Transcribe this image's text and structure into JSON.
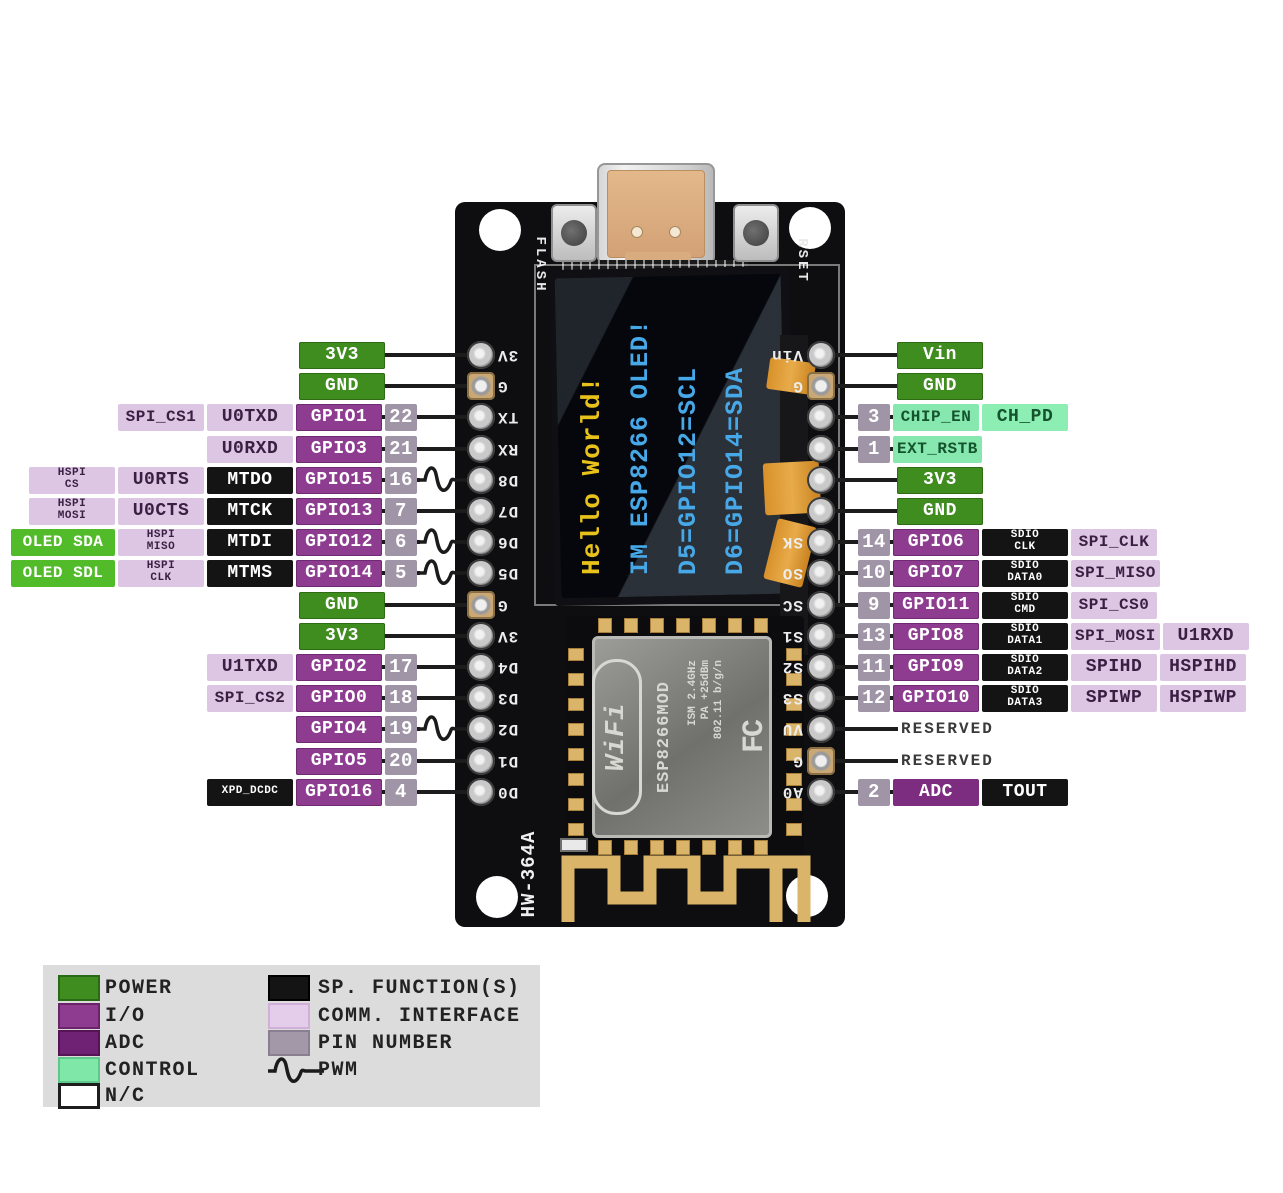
{
  "colors": {
    "power": "#3f8c1f",
    "io": "#8d3c90",
    "adc": "#7c2d80",
    "control": "#86e8ae",
    "control_bright": "#8ceeb2",
    "oled_green": "#52bb2a",
    "comm": "#dcc6e4",
    "pin_number": "#a095a6",
    "sp_function": "#141414",
    "wire": "#1c1c1c",
    "board": "#0e0e10",
    "gold": "#d9b469",
    "oled_yellow": "#e8c21a",
    "oled_blue": "#47a8e8",
    "legend_bg": "#dcdcdc"
  },
  "board": {
    "flash_label": "FLASH",
    "reset_label": "RSET",
    "model": "HW-364A",
    "left_pins": [
      "3V",
      "G",
      "TX",
      "RX",
      "D8",
      "D7",
      "D6",
      "D5",
      "G",
      "3V",
      "D4",
      "D3",
      "D2",
      "D1",
      "D0"
    ],
    "right_pins": [
      "Vin",
      "G",
      "",
      "",
      "",
      "",
      "SK",
      "SO",
      "SC",
      "S1",
      "S2",
      "S3",
      "VU",
      "G",
      "A0"
    ],
    "oled_lines": [
      {
        "text": "Hello World!",
        "color": "#e8c21a"
      },
      {
        "text": "IM ESP8266 OLED!",
        "color": "#47a8e8"
      },
      {
        "text": "D5=GPIO12=SCL",
        "color": "#47a8e8"
      },
      {
        "text": "D6=GPIO14=SDA",
        "color": "#47a8e8"
      }
    ],
    "module": {
      "logo": "WiFi",
      "name": "ESP8266MOD",
      "specs": [
        "ISM 2.4GHz",
        "PA +25dBm",
        "802.11 b/g/n"
      ],
      "fcc": "FC"
    }
  },
  "left_rows": [
    {
      "cells": [
        {
          "t": "3V3",
          "c": "power"
        }
      ],
      "pin": null,
      "pwm": false
    },
    {
      "cells": [
        {
          "t": "GND",
          "c": "power"
        }
      ],
      "pin": null,
      "pwm": false
    },
    {
      "cells": [
        {
          "t": "SPI_CS1",
          "c": "comm"
        },
        {
          "t": "U0TXD",
          "c": "comm"
        },
        {
          "t": "GPIO1",
          "c": "io"
        }
      ],
      "pin": "22",
      "pwm": false
    },
    {
      "cells": [
        {
          "t": "U0RXD",
          "c": "comm"
        },
        {
          "t": "GPIO3",
          "c": "io"
        }
      ],
      "pin": "21",
      "pwm": false
    },
    {
      "cells": [
        {
          "t": "HSPI\nCS",
          "c": "comm",
          "small": true
        },
        {
          "t": "U0RTS",
          "c": "comm"
        },
        {
          "t": "MTDO",
          "c": "sp"
        },
        {
          "t": "GPIO15",
          "c": "io"
        }
      ],
      "pin": "16",
      "pwm": true
    },
    {
      "cells": [
        {
          "t": "HSPI\nMOSI",
          "c": "comm",
          "small": true
        },
        {
          "t": "U0CTS",
          "c": "comm"
        },
        {
          "t": "MTCK",
          "c": "sp"
        },
        {
          "t": "GPIO13",
          "c": "io"
        }
      ],
      "pin": "7",
      "pwm": false
    },
    {
      "cells": [
        {
          "t": "OLED SDA",
          "c": "oled"
        },
        {
          "t": "HSPI\nMISO",
          "c": "comm",
          "small": true
        },
        {
          "t": "MTDI",
          "c": "sp"
        },
        {
          "t": "GPIO12",
          "c": "io"
        }
      ],
      "pin": "6",
      "pwm": true
    },
    {
      "cells": [
        {
          "t": "OLED SDL",
          "c": "oled"
        },
        {
          "t": "HSPI\nCLK",
          "c": "comm",
          "small": true
        },
        {
          "t": "MTMS",
          "c": "sp"
        },
        {
          "t": "GPIO14",
          "c": "io"
        }
      ],
      "pin": "5",
      "pwm": true
    },
    {
      "cells": [
        {
          "t": "GND",
          "c": "power"
        }
      ],
      "pin": null,
      "pwm": false
    },
    {
      "cells": [
        {
          "t": "3V3",
          "c": "power"
        }
      ],
      "pin": null,
      "pwm": false
    },
    {
      "cells": [
        {
          "t": "U1TXD",
          "c": "comm"
        },
        {
          "t": "GPIO2",
          "c": "io"
        }
      ],
      "pin": "17",
      "pwm": false
    },
    {
      "cells": [
        {
          "t": "SPI_CS2",
          "c": "comm"
        },
        {
          "t": "GPIO0",
          "c": "io"
        }
      ],
      "pin": "18",
      "pwm": false
    },
    {
      "cells": [
        {
          "t": "GPIO4",
          "c": "io"
        }
      ],
      "pin": "19",
      "pwm": true
    },
    {
      "cells": [
        {
          "t": "GPIO5",
          "c": "io"
        }
      ],
      "pin": "20",
      "pwm": false
    },
    {
      "cells": [
        {
          "t": "XPD_DCDC",
          "c": "sp",
          "small": true
        },
        {
          "t": "GPIO16",
          "c": "io"
        }
      ],
      "pin": "4",
      "pwm": false
    }
  ],
  "right_rows": [
    {
      "cells": [
        {
          "t": "Vin",
          "c": "power"
        }
      ],
      "pin": null
    },
    {
      "cells": [
        {
          "t": "GND",
          "c": "power"
        }
      ],
      "pin": null
    },
    {
      "cells": [
        {
          "t": "CHIP_EN",
          "c": "control"
        },
        {
          "t": "CH_PD",
          "c": "control2"
        }
      ],
      "pin": "3"
    },
    {
      "cells": [
        {
          "t": "EXT_RSTB",
          "c": "control"
        }
      ],
      "pin": "1"
    },
    {
      "cells": [
        {
          "t": "3V3",
          "c": "power"
        }
      ],
      "pin": null
    },
    {
      "cells": [
        {
          "t": "GND",
          "c": "power"
        }
      ],
      "pin": null
    },
    {
      "cells": [
        {
          "t": "GPIO6",
          "c": "io"
        },
        {
          "t": "SDIO\nCLK",
          "c": "sp",
          "small": true
        },
        {
          "t": "SPI_CLK",
          "c": "comm"
        }
      ],
      "pin": "14"
    },
    {
      "cells": [
        {
          "t": "GPIO7",
          "c": "io"
        },
        {
          "t": "SDIO\nDATA0",
          "c": "sp",
          "small": true
        },
        {
          "t": "SPI_MISO",
          "c": "comm"
        }
      ],
      "pin": "10"
    },
    {
      "cells": [
        {
          "t": "GPIO11",
          "c": "io"
        },
        {
          "t": "SDIO\nCMD",
          "c": "sp",
          "small": true
        },
        {
          "t": "SPI_CS0",
          "c": "comm"
        }
      ],
      "pin": "9"
    },
    {
      "cells": [
        {
          "t": "GPIO8",
          "c": "io"
        },
        {
          "t": "SDIO\nDATA1",
          "c": "sp",
          "small": true
        },
        {
          "t": "SPI_MOSI",
          "c": "comm"
        },
        {
          "t": "U1RXD",
          "c": "comm"
        }
      ],
      "pin": "13"
    },
    {
      "cells": [
        {
          "t": "GPIO9",
          "c": "io"
        },
        {
          "t": "SDIO\nDATA2",
          "c": "sp",
          "small": true
        },
        {
          "t": "SPIHD",
          "c": "comm"
        },
        {
          "t": "HSPIHD",
          "c": "comm"
        }
      ],
      "pin": "11"
    },
    {
      "cells": [
        {
          "t": "GPIO10",
          "c": "io"
        },
        {
          "t": "SDIO\nDATA3",
          "c": "sp",
          "small": true
        },
        {
          "t": "SPIWP",
          "c": "comm"
        },
        {
          "t": "HSPIWP",
          "c": "comm"
        }
      ],
      "pin": "12"
    },
    {
      "cells": [
        {
          "t": "RESERVED",
          "c": "plain"
        }
      ],
      "pin": null
    },
    {
      "cells": [
        {
          "t": "RESERVED",
          "c": "plain"
        }
      ],
      "pin": null
    },
    {
      "cells": [
        {
          "t": "ADC",
          "c": "adc"
        },
        {
          "t": "TOUT",
          "c": "sp"
        }
      ],
      "pin": "2"
    }
  ],
  "legend": {
    "left": [
      {
        "label": "POWER",
        "swatch": "power"
      },
      {
        "label": "I/O",
        "swatch": "io"
      },
      {
        "label": "ADC",
        "swatch": "adc"
      },
      {
        "label": "CONTROL",
        "swatch": "control"
      },
      {
        "label": "N/C",
        "swatch": "nc"
      }
    ],
    "right": [
      {
        "label": "SP. FUNCTION(S)",
        "swatch": "sp"
      },
      {
        "label": "COMM. INTERFACE",
        "swatch": "comm"
      },
      {
        "label": "PIN NUMBER",
        "swatch": "pin"
      },
      {
        "label": "PWM",
        "swatch": "pwm"
      }
    ]
  }
}
